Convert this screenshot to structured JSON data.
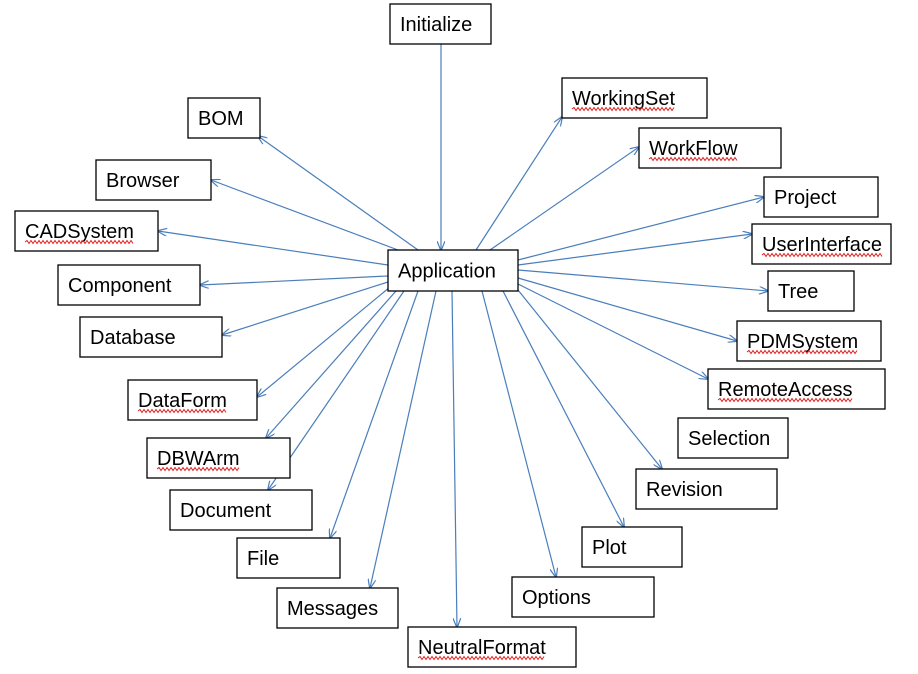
{
  "colors": {
    "edge": "#4a7ebb",
    "box_border": "#000000",
    "text": "#000000",
    "spell_underline": "#e02020",
    "background": "#ffffff"
  },
  "nodes": [
    {
      "id": "initialize",
      "label": "Initialize"
    },
    {
      "id": "application",
      "label": "Application"
    },
    {
      "id": "workingset",
      "label": "WorkingSet",
      "spell_underline": true
    },
    {
      "id": "workflow",
      "label": "WorkFlow",
      "spell_underline": true
    },
    {
      "id": "project",
      "label": "Project"
    },
    {
      "id": "userinterface",
      "label": "UserInterface",
      "spell_underline": true
    },
    {
      "id": "tree",
      "label": "Tree"
    },
    {
      "id": "pdmsystem",
      "label": "PDMSystem",
      "spell_underline": true
    },
    {
      "id": "remoteaccess",
      "label": "RemoteAccess",
      "spell_underline": true
    },
    {
      "id": "selection",
      "label": "Selection"
    },
    {
      "id": "revision",
      "label": "Revision"
    },
    {
      "id": "plot",
      "label": "Plot"
    },
    {
      "id": "options",
      "label": "Options"
    },
    {
      "id": "neutralformat",
      "label": "NeutralFormat",
      "spell_underline": true
    },
    {
      "id": "messages",
      "label": "Messages"
    },
    {
      "id": "file",
      "label": "File"
    },
    {
      "id": "document",
      "label": "Document"
    },
    {
      "id": "dbwarm",
      "label": "DBWArm",
      "spell_underline": true
    },
    {
      "id": "dataform",
      "label": "DataForm",
      "spell_underline": true
    },
    {
      "id": "database",
      "label": "Database"
    },
    {
      "id": "component",
      "label": "Component"
    },
    {
      "id": "cadsystem",
      "label": "CADSystem",
      "spell_underline": true
    },
    {
      "id": "browser",
      "label": "Browser"
    },
    {
      "id": "bom",
      "label": "BOM"
    }
  ],
  "edges": [
    {
      "from": "initialize",
      "to": "application"
    },
    {
      "from": "application",
      "to": "workingset"
    },
    {
      "from": "application",
      "to": "workflow"
    },
    {
      "from": "application",
      "to": "project"
    },
    {
      "from": "application",
      "to": "userinterface"
    },
    {
      "from": "application",
      "to": "tree"
    },
    {
      "from": "application",
      "to": "pdmsystem"
    },
    {
      "from": "application",
      "to": "remoteaccess"
    },
    {
      "from": "application",
      "to": "revision"
    },
    {
      "from": "application",
      "to": "plot"
    },
    {
      "from": "application",
      "to": "options"
    },
    {
      "from": "application",
      "to": "neutralformat"
    },
    {
      "from": "application",
      "to": "messages"
    },
    {
      "from": "application",
      "to": "file"
    },
    {
      "from": "application",
      "to": "document"
    },
    {
      "from": "application",
      "to": "dbwarm"
    },
    {
      "from": "application",
      "to": "dataform"
    },
    {
      "from": "application",
      "to": "database"
    },
    {
      "from": "application",
      "to": "component"
    },
    {
      "from": "application",
      "to": "cadsystem"
    },
    {
      "from": "application",
      "to": "browser"
    },
    {
      "from": "application",
      "to": "bom"
    }
  ]
}
